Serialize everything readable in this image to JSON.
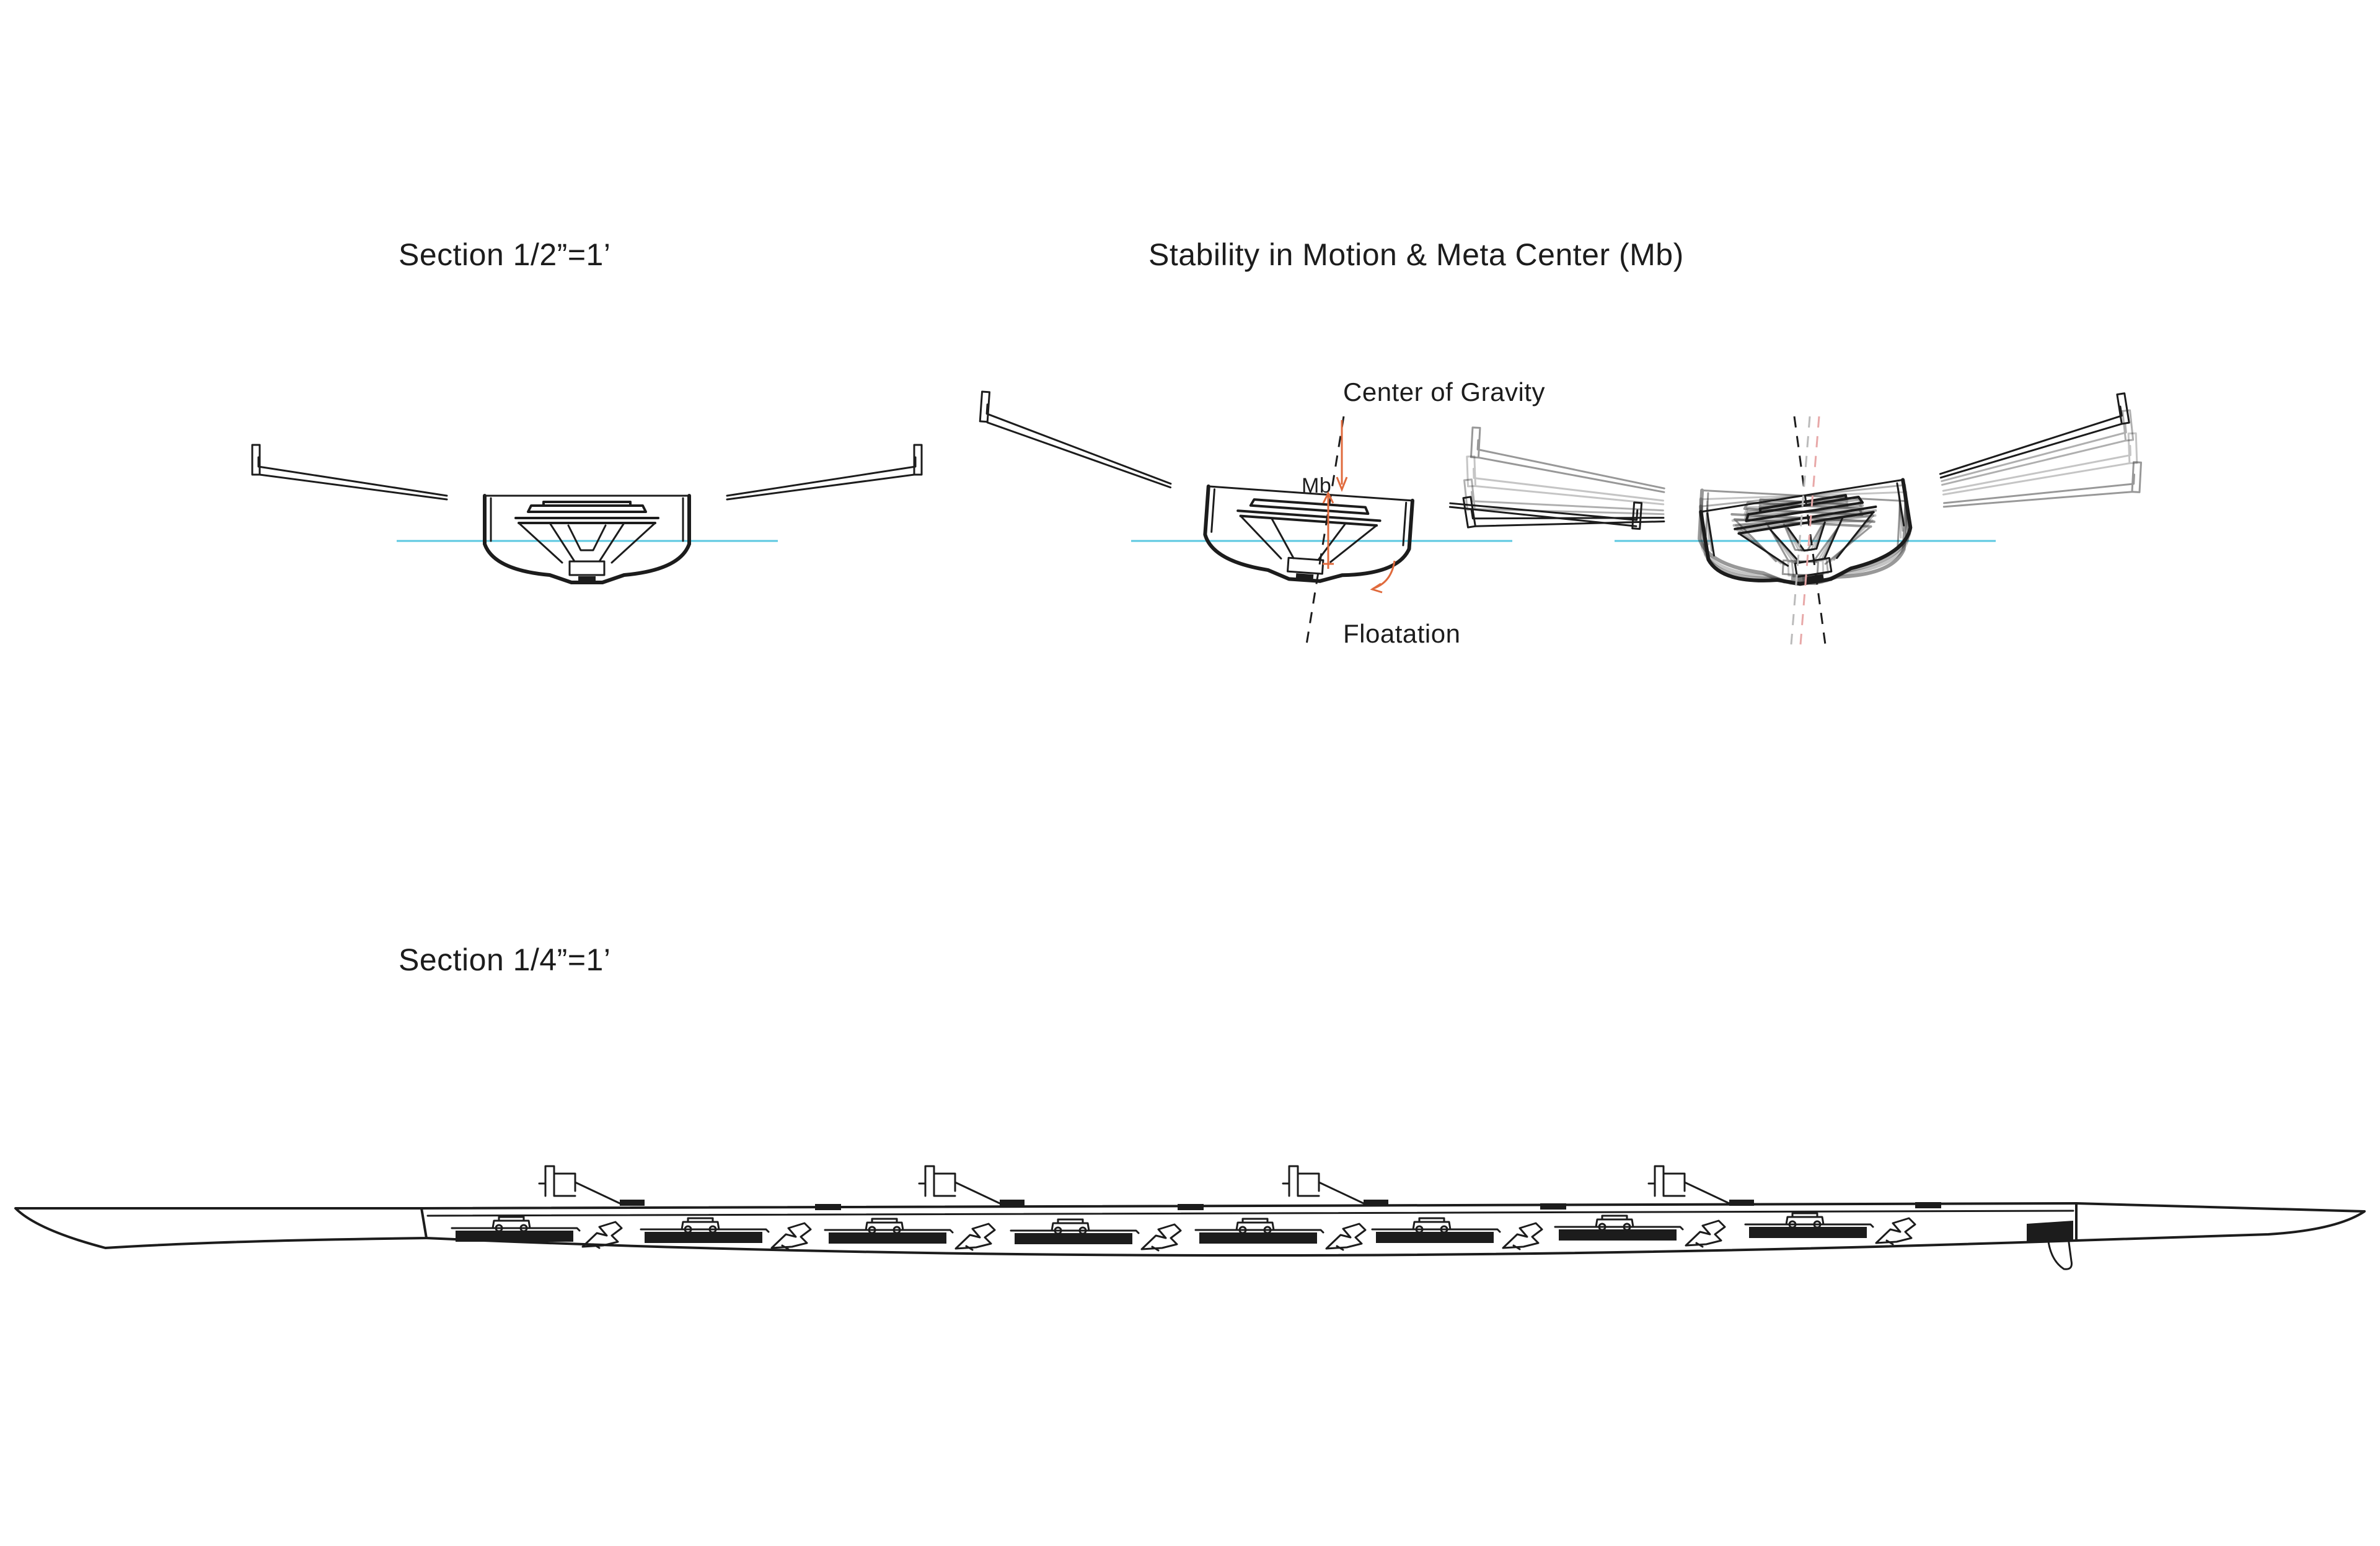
{
  "titles": {
    "section_half": "Section 1/2”=1’",
    "stability": "Stability in Motion & Meta Center (Mb)",
    "section_quarter": "Section 1/4”=1’"
  },
  "annotations": {
    "center_of_gravity": "Center of Gravity",
    "mb": "Mb",
    "floatation": "Floatation"
  },
  "colors": {
    "waterline": "#5bc8e0",
    "force_arrow": "#e06a3c",
    "ink": "#1c1c1c",
    "ghost": "#e8a8a8"
  },
  "icons": {
    "gravity_arrow": "arrow-down-icon",
    "rotation_arrow": "curved-arrow-icon"
  },
  "seat_count": 8
}
